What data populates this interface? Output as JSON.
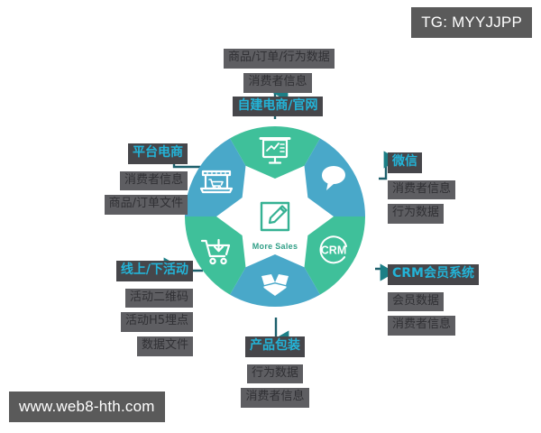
{
  "watermarks": {
    "top_right": "TG: MYYJJPP",
    "bottom_left": "www.web8-hth.com"
  },
  "center": {
    "icon": "note-pencil-icon",
    "label": "More Sales"
  },
  "colors": {
    "segment_green": "#3fc09a",
    "segment_blue": "#49a8c9",
    "label_accent": "#23b4d8",
    "label_chip_bg": "#46464a",
    "body_chip_bg": "#5e5e62",
    "connector": "#1c5f6b",
    "watermark_bg": "#5a5a5a",
    "center_text": "#2f9e86"
  },
  "wheel": {
    "segments": [
      {
        "id": "self-built-ecommerce",
        "icon": "presentation-chart-icon",
        "color": "#3fc09a",
        "position": "top"
      },
      {
        "id": "wechat",
        "icon": "speech-bubble-icon",
        "color": "#49a8c9",
        "position": "upper-right"
      },
      {
        "id": "crm",
        "icon": "crm-circle-icon",
        "color": "#3fc09a",
        "position": "lower-right"
      },
      {
        "id": "product-packaging",
        "icon": "open-box-icon",
        "color": "#49a8c9",
        "position": "bottom"
      },
      {
        "id": "online-offline-activity",
        "icon": "shopping-cart-download-icon",
        "color": "#3fc09a",
        "position": "lower-left"
      },
      {
        "id": "platform-ecommerce",
        "icon": "laptop-shop-cart-icon",
        "color": "#49a8c9",
        "position": "upper-left"
      }
    ]
  },
  "callouts": {
    "top": {
      "title": "自建电商/官网",
      "lines": [
        "商品/订单/行为数据",
        "消费者信息"
      ]
    },
    "platform": {
      "title": "平台电商",
      "lines": [
        "消费者信息",
        "商品/订单文件"
      ]
    },
    "offline": {
      "title": "线上/下活动",
      "lines": [
        "活动二维码",
        "活动H5埋点",
        "数据文件"
      ]
    },
    "package": {
      "title": "产品包装",
      "lines": [
        "行为数据",
        "消费者信息"
      ]
    },
    "crm": {
      "title": "CRM会员系统",
      "lines": [
        "会员数据",
        "消费者信息"
      ]
    },
    "wechat": {
      "title": "微信",
      "lines": [
        "消费者信息",
        "行为数据"
      ]
    }
  }
}
